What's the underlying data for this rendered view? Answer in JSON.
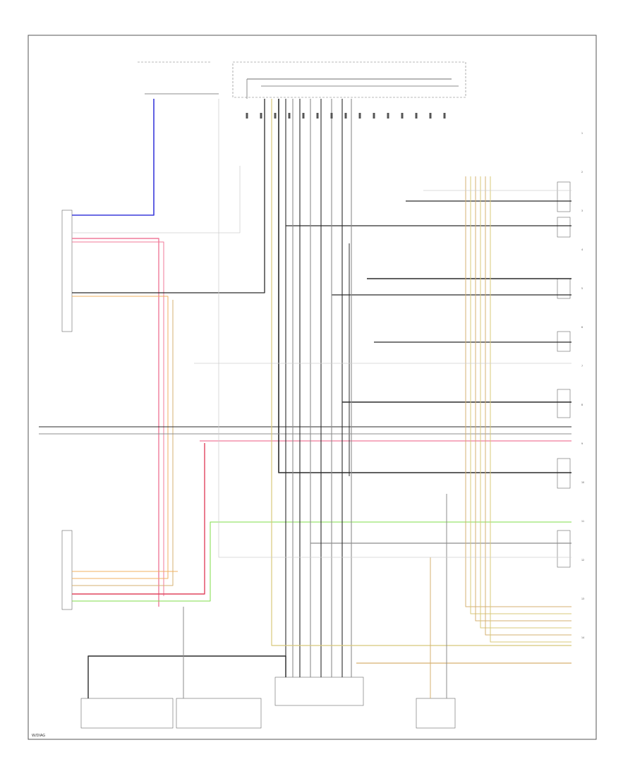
{
  "diagram": {
    "page_ref": "W/DIAG",
    "wire_colors": {
      "black": "#2b2b2b",
      "gray": "#8c8c8c",
      "light_gray": "#cfcfcf",
      "blue": "#3b3bdb",
      "pink": "#f07a9a",
      "red": "#e0455f",
      "orange": "#f0b060",
      "tan": "#d6b070",
      "yellow": "#d8c87a",
      "green": "#7fdc4a"
    },
    "terminals_right": [
      "1",
      "2",
      "3",
      "4",
      "5",
      "6",
      "7",
      "8",
      "9",
      "10",
      "11",
      "12",
      "13",
      "14"
    ]
  }
}
